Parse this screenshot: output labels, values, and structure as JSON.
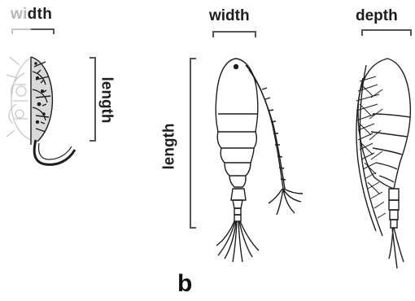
{
  "labels": {
    "width_1_faded": "wi",
    "width_1_dark": "dth",
    "width_2": "width",
    "depth": "depth",
    "length_1": "length",
    "length_2": "length",
    "panel_letter": "b"
  },
  "colors": {
    "ink": "#1e1e1e",
    "faded": "#b7b7b7",
    "bracket": "#555555"
  }
}
